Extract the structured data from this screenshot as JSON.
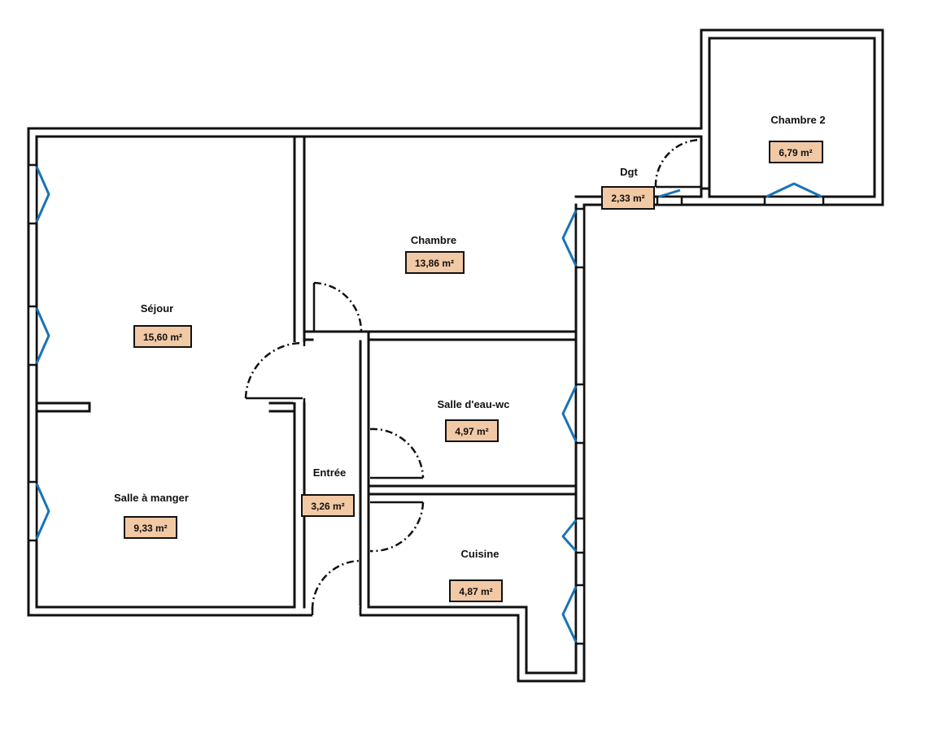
{
  "rooms": {
    "sejour": {
      "name": "Séjour",
      "area": "15,60 m²"
    },
    "salle_a_manger": {
      "name": "Salle à manger",
      "area": "9,33 m²"
    },
    "chambre": {
      "name": "Chambre",
      "area": "13,86 m²"
    },
    "chambre2": {
      "name": "Chambre 2",
      "area": "6,79 m²"
    },
    "dgt": {
      "name": "Dgt",
      "area": "2,33 m²"
    },
    "entree": {
      "name": "Entrée",
      "area": "3,26 m²"
    },
    "salle_eau": {
      "name": "Salle d'eau-wc",
      "area": "4,97 m²"
    },
    "cuisine": {
      "name": "Cuisine",
      "area": "4,87 m²"
    }
  },
  "colors": {
    "wall": "#111111",
    "window": "#1a73b5",
    "area_label_fill": "#f2c9a5"
  }
}
